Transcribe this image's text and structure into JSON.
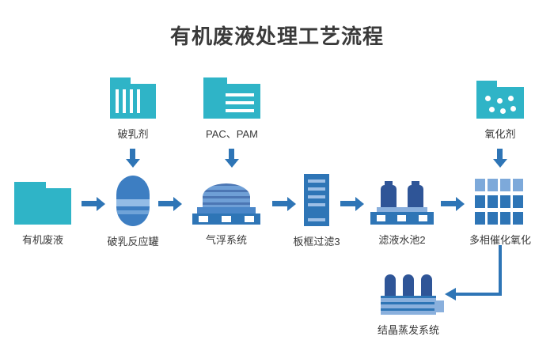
{
  "title": "有机废液处理工艺流程",
  "inputs": {
    "demulsifier": {
      "label": "破乳剂"
    },
    "pac_pam": {
      "label": "PAC、PAM"
    },
    "oxidant": {
      "label": "氧化剂"
    }
  },
  "steps": {
    "waste": {
      "label": "有机废液"
    },
    "reactor": {
      "label": "破乳反应罐"
    },
    "flotation": {
      "label": "气浮系统"
    },
    "filter": {
      "label": "板框过滤3"
    },
    "pool": {
      "label": "滤液水池2"
    },
    "oxidation": {
      "label": "多相催化氧化"
    },
    "evaporator": {
      "label": "结晶蒸发系统"
    }
  },
  "colors": {
    "teal": "#2fb4c7",
    "blue": "#2e75b6",
    "blue_dark": "#2f5597",
    "blue_light": "#8ab0dd",
    "text": "#3a3a3a"
  }
}
